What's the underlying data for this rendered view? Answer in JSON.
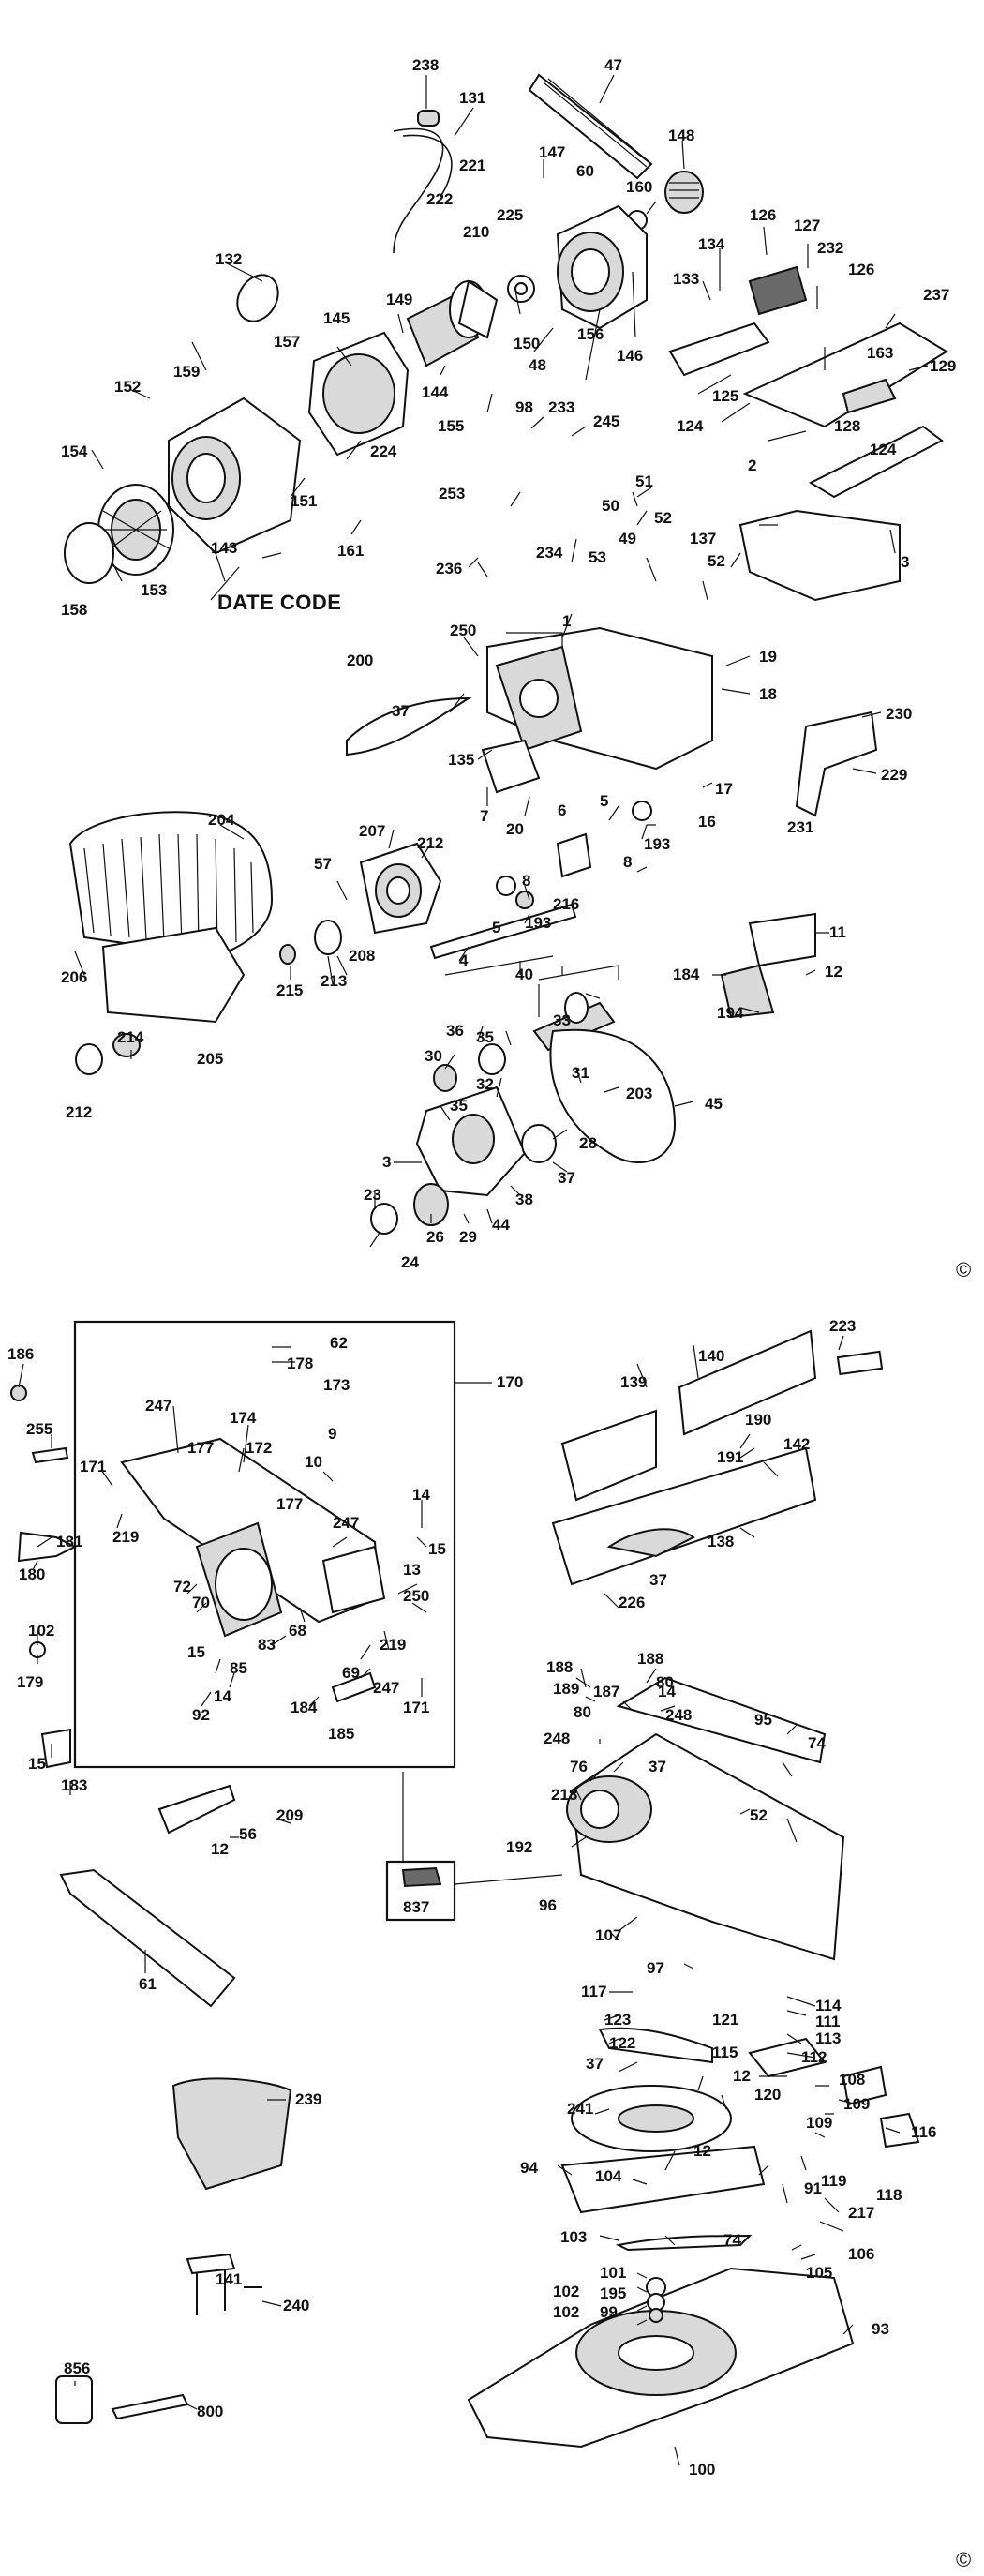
{
  "diagram": {
    "date_code_label": "DATE CODE",
    "copyright_symbol": "©",
    "callouts_upper": [
      "238",
      "47",
      "131",
      "148",
      "147",
      "60",
      "221",
      "160",
      "222",
      "225",
      "126",
      "127",
      "210",
      "134",
      "232",
      "126",
      "132",
      "237",
      "133",
      "149",
      "163",
      "129",
      "145",
      "157",
      "152",
      "159",
      "150",
      "48",
      "156",
      "146",
      "98",
      "233",
      "245",
      "144",
      "125",
      "124",
      "155",
      "128",
      "154",
      "224",
      "124",
      "151",
      "253",
      "50",
      "51",
      "2",
      "52",
      "143",
      "161",
      "234",
      "49",
      "137",
      "158",
      "153",
      "53",
      "236",
      "52",
      "3",
      "1",
      "250",
      "200",
      "19",
      "37",
      "18",
      "230",
      "135",
      "17",
      "229",
      "231",
      "7",
      "20",
      "5",
      "16",
      "204",
      "6",
      "193",
      "8",
      "207",
      "212",
      "57",
      "216",
      "5",
      "193",
      "8",
      "4",
      "206",
      "215",
      "213",
      "208",
      "40",
      "11",
      "184",
      "12",
      "36",
      "33",
      "194",
      "35",
      "30",
      "214",
      "205",
      "31",
      "203",
      "32",
      "45",
      "212",
      "35",
      "28",
      "3",
      "37",
      "23",
      "38",
      "26",
      "44",
      "29",
      "24"
    ],
    "callouts_lower": [
      "186",
      "62",
      "178",
      "223",
      "173",
      "140",
      "170",
      "139",
      "247",
      "255",
      "174",
      "190",
      "177",
      "172",
      "191",
      "142",
      "171",
      "9",
      "10",
      "138",
      "219",
      "177",
      "247",
      "181",
      "14",
      "15",
      "180",
      "13",
      "37",
      "226",
      "72",
      "250",
      "102",
      "70",
      "68",
      "179",
      "15",
      "83",
      "219",
      "69",
      "85",
      "247",
      "188",
      "188",
      "14",
      "92",
      "184",
      "185",
      "171",
      "189",
      "187",
      "80",
      "189",
      "14",
      "80",
      "248",
      "248",
      "15",
      "183",
      "95",
      "74",
      "76",
      "37",
      "209",
      "52",
      "56",
      "218",
      "12",
      "192",
      "837",
      "96",
      "107",
      "61",
      "97",
      "117",
      "114",
      "123",
      "121",
      "111",
      "122",
      "113",
      "37",
      "115",
      "112",
      "12",
      "108",
      "120",
      "241",
      "109",
      "239",
      "116",
      "109",
      "94",
      "12",
      "104",
      "91",
      "119",
      "118",
      "217",
      "103",
      "74",
      "106",
      "105",
      "101",
      "141",
      "102",
      "195",
      "240",
      "102",
      "99",
      "93",
      "856",
      "800",
      "100"
    ],
    "inset_box_part_number": "170",
    "inset_small_box_part_number": "837"
  }
}
